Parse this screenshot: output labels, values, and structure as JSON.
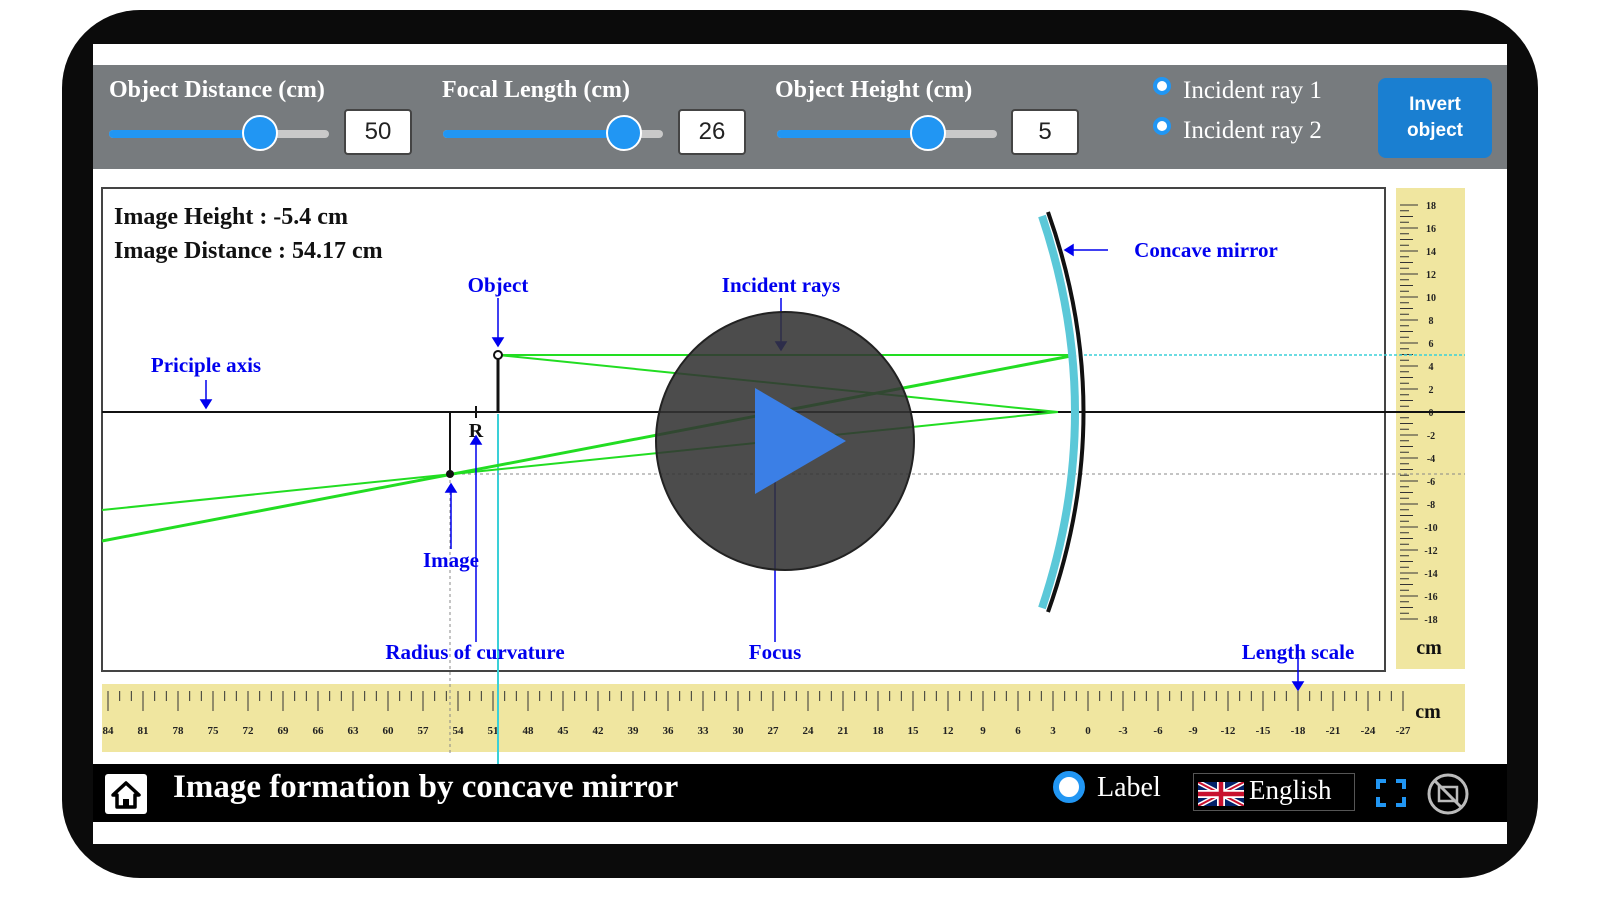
{
  "controls": {
    "object_distance": {
      "label": "Object Distance (cm)",
      "value": "50",
      "fraction": 0.71
    },
    "focal_length": {
      "label": "Focal Length (cm)",
      "value": "26",
      "fraction": 0.85
    },
    "object_height": {
      "label": "Object Height (cm)",
      "value": "5",
      "fraction": 0.7
    }
  },
  "rays": [
    "Incident ray 1",
    "Incident ray 2"
  ],
  "invert_button": {
    "line1": "Invert",
    "line2": "object"
  },
  "readouts": {
    "image_height": "Image Height : -5.4 cm",
    "image_distance": "Image Distance : 54.17 cm"
  },
  "labels": {
    "object": "Object",
    "incident_rays": "Incident rays",
    "concave_mirror": "Concave mirror",
    "principle_axis": "Priciple axis",
    "r": "R",
    "image": "Image",
    "radius_of_curvature": "Radius of curvature",
    "focus": "Focus",
    "length_scale": "Length scale"
  },
  "scales": {
    "unit": "cm",
    "horizontal_ticks": [
      "84",
      "81",
      "78",
      "75",
      "72",
      "69",
      "66",
      "63",
      "60",
      "57",
      "54",
      "51",
      "48",
      "45",
      "42",
      "39",
      "36",
      "33",
      "30",
      "27",
      "24",
      "21",
      "18",
      "15",
      "12",
      "9",
      "6",
      "3",
      "0",
      "-3",
      "-6",
      "-9",
      "-12",
      "-15",
      "-18",
      "-21",
      "-24",
      "-27"
    ],
    "vertical_ticks": [
      "18",
      "16",
      "14",
      "12",
      "10",
      "8",
      "6",
      "4",
      "2",
      "0",
      "-2",
      "-4",
      "-6",
      "-8",
      "-10",
      "-12",
      "-14",
      "-16",
      "-18"
    ]
  },
  "bottom": {
    "title": "Image formation by concave mirror",
    "label_toggle": "Label",
    "language": "English"
  },
  "colors": {
    "accent": "#2196f3",
    "ray": "#22dd22",
    "annotation": "#0000ee",
    "mirror_face": "#5bc8d8",
    "scale_bg": "#f0e6a0"
  }
}
